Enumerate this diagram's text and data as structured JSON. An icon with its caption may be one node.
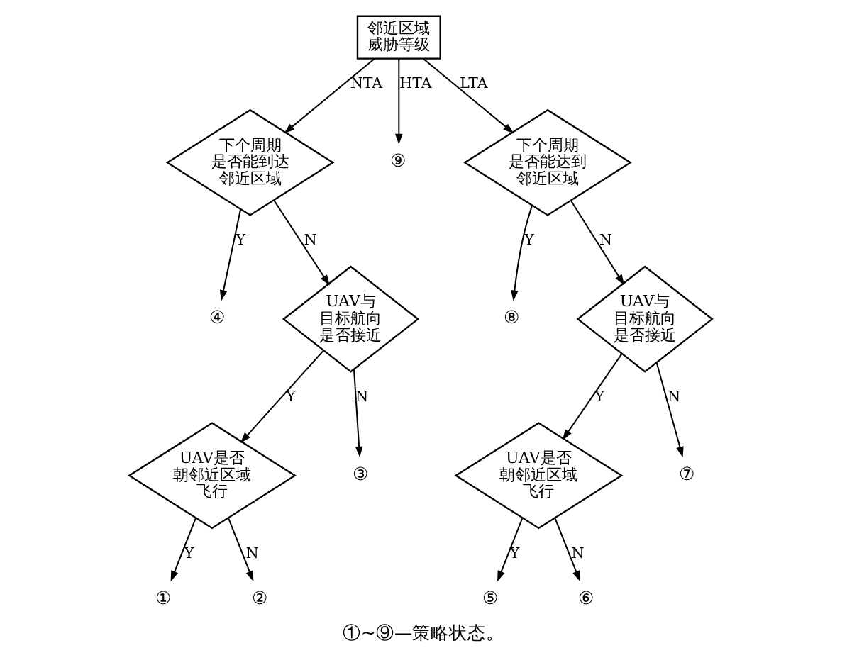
{
  "diagram": {
    "caption": "①~⑨—策略状态。",
    "nodes": [
      {
        "text": [
          "邻近区域威胁等级"
        ]
      },
      {
        "text": [
          "下个周期是否能到达邻近区域"
        ]
      },
      {
        "text": [
          "⑨"
        ]
      },
      {
        "text": [
          "下个周期是否能达到邻近区域"
        ]
      },
      {
        "text": [
          "④"
        ]
      },
      {
        "text": [
          "⑧"
        ]
      },
      {
        "text": [
          "UAV与目标航向是否接近"
        ]
      },
      {
        "text": [
          "UAV与目标航向是否接近"
        ]
      },
      {
        "text": [
          "③"
        ]
      },
      {
        "text": [
          "UAV是否朝邻近区域飞行"
        ]
      },
      {
        "text": [
          "⑦"
        ]
      },
      {
        "text": [
          "UAV是否朝邻近区域飞行"
        ]
      },
      {
        "text": [
          "①"
        ]
      },
      {
        "text": [
          "②"
        ]
      },
      {
        "text": [
          "⑤"
        ]
      },
      {
        "text": [
          "⑥"
        ]
      }
    ],
    "edges": [
      {
        "from": 0,
        "to": 1,
        "arrow": "to",
        "label": "NTA"
      },
      {
        "from": 0,
        "to": 2,
        "arrow": "to",
        "label": "HTA"
      },
      {
        "from": 0,
        "to": 3,
        "arrow": "to",
        "label": "LTA"
      },
      {
        "from": 1,
        "to": 4,
        "arrow": "to",
        "label": "Y"
      },
      {
        "from": 1,
        "to": 6,
        "arrow": "to",
        "label": "N"
      },
      {
        "from": 3,
        "to": 5,
        "arrow": "to",
        "label": "Y"
      },
      {
        "from": 3,
        "to": 7,
        "arrow": "to",
        "label": "N"
      },
      {
        "from": 6,
        "to": 9,
        "arrow": "to",
        "label": "Y"
      },
      {
        "from": 6,
        "to": 8,
        "arrow": "to",
        "label": "N"
      },
      {
        "from": 7,
        "to": 11,
        "arrow": "to",
        "label": "Y"
      },
      {
        "from": 7,
        "to": 10,
        "arrow": "to",
        "label": "N"
      },
      {
        "from": 9,
        "to": 12,
        "arrow": "to",
        "label": "Y"
      },
      {
        "from": 9,
        "to": 13,
        "arrow": "to",
        "label": "N"
      },
      {
        "from": 11,
        "to": 14,
        "arrow": "to",
        "label": "Y"
      },
      {
        "from": 11,
        "to": 15,
        "arrow": "to",
        "label": "N"
      }
    ]
  }
}
